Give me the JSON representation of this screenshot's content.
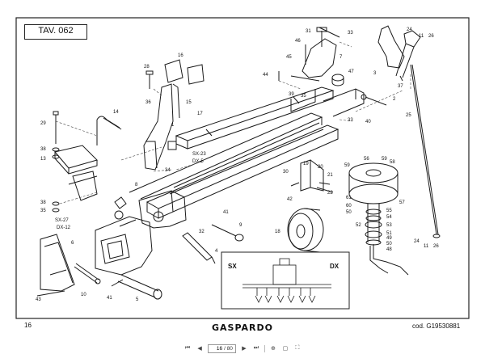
{
  "sheet": {
    "title": "TAV. 062",
    "page_number": "16",
    "brand": "GASPARDO",
    "code": "cod. G19530881"
  },
  "inset": {
    "left_label": "SX",
    "right_label": "DX"
  },
  "callouts": [
    {
      "id": "c31",
      "text": "31"
    },
    {
      "id": "c33a",
      "text": "33"
    },
    {
      "id": "c46",
      "text": "46"
    },
    {
      "id": "c45",
      "text": "45"
    },
    {
      "id": "c7",
      "text": "7"
    },
    {
      "id": "c47",
      "text": "47"
    },
    {
      "id": "c44",
      "text": "44"
    },
    {
      "id": "c39",
      "text": "39"
    },
    {
      "id": "c35a",
      "text": "35"
    },
    {
      "id": "c24a",
      "text": "24"
    },
    {
      "id": "c11a",
      "text": "11"
    },
    {
      "id": "c26a",
      "text": "26"
    },
    {
      "id": "c3",
      "text": "3"
    },
    {
      "id": "c37",
      "text": "37"
    },
    {
      "id": "c2",
      "text": "2"
    },
    {
      "id": "c40",
      "text": "40"
    },
    {
      "id": "c33b",
      "text": "33"
    },
    {
      "id": "c25",
      "text": "25"
    },
    {
      "id": "c28",
      "text": "28"
    },
    {
      "id": "c16",
      "text": "16"
    },
    {
      "id": "c36",
      "text": "36"
    },
    {
      "id": "c15",
      "text": "15"
    },
    {
      "id": "c17",
      "text": "17"
    },
    {
      "id": "c14",
      "text": "14"
    },
    {
      "id": "c29",
      "text": "29"
    },
    {
      "id": "c1",
      "text": "1"
    },
    {
      "id": "c38a",
      "text": "38"
    },
    {
      "id": "c13",
      "text": "13"
    },
    {
      "id": "c34",
      "text": "34"
    },
    {
      "id": "c38b",
      "text": "38"
    },
    {
      "id": "c35b",
      "text": "35"
    },
    {
      "id": "c8",
      "text": "8"
    },
    {
      "id": "c27",
      "text": "SX-27"
    },
    {
      "id": "c12",
      "text": "DX-12"
    },
    {
      "id": "c23",
      "text": "SX-23"
    },
    {
      "id": "c5",
      "text": "DX-5"
    },
    {
      "id": "c19",
      "text": "19"
    },
    {
      "id": "c20",
      "text": "20"
    },
    {
      "id": "c21",
      "text": "21"
    },
    {
      "id": "c22",
      "text": "22"
    },
    {
      "id": "c30",
      "text": "30"
    },
    {
      "id": "c42",
      "text": "42"
    },
    {
      "id": "c18",
      "text": "18"
    },
    {
      "id": "c59a",
      "text": "59"
    },
    {
      "id": "c56",
      "text": "56"
    },
    {
      "id": "c59b",
      "text": "59"
    },
    {
      "id": "c58",
      "text": "58"
    },
    {
      "id": "c61",
      "text": "61"
    },
    {
      "id": "c57",
      "text": "57"
    },
    {
      "id": "c60",
      "text": "60"
    },
    {
      "id": "c50a",
      "text": "50"
    },
    {
      "id": "c55",
      "text": "55"
    },
    {
      "id": "c54",
      "text": "54"
    },
    {
      "id": "c52",
      "text": "52"
    },
    {
      "id": "c53",
      "text": "53"
    },
    {
      "id": "c51",
      "text": "51"
    },
    {
      "id": "c49",
      "text": "49"
    },
    {
      "id": "c50b",
      "text": "50"
    },
    {
      "id": "c48",
      "text": "48"
    },
    {
      "id": "c24b",
      "text": "24"
    },
    {
      "id": "c11b",
      "text": "11"
    },
    {
      "id": "c26b",
      "text": "26"
    },
    {
      "id": "c41a",
      "text": "41"
    },
    {
      "id": "c9",
      "text": "9"
    },
    {
      "id": "c32",
      "text": "32"
    },
    {
      "id": "c4",
      "text": "4"
    },
    {
      "id": "c6",
      "text": "6"
    },
    {
      "id": "c10",
      "text": "10"
    },
    {
      "id": "c41b",
      "text": "41"
    },
    {
      "id": "c43",
      "text": "43"
    },
    {
      "id": "c5b",
      "text": "5"
    }
  ],
  "viewer": {
    "current_page": "16",
    "total_pages": "/ 80"
  }
}
